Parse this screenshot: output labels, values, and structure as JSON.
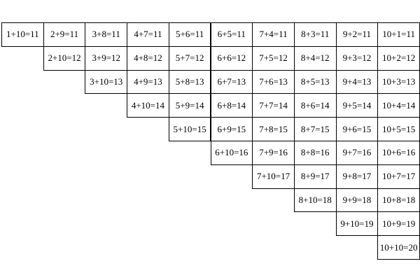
{
  "table": {
    "rows": [
      [
        "1+10=11",
        "2+9=11",
        "3+8=11",
        "4+7=11",
        "5+6=11",
        "6+5=11",
        "7+4=11",
        "8+3=11",
        "9+2=11",
        "10+1=11"
      ],
      [
        "2+10=12",
        "3+9=12",
        "4+8=12",
        "5+7=12",
        "6+6=12",
        "7+5=12",
        "8+4=12",
        "9+3=12",
        "10+2=12"
      ],
      [
        "3+10=13",
        "4+9=13",
        "5+8=13",
        "6+7=13",
        "7+6=13",
        "8+5=13",
        "9+4=13",
        "10+3=13"
      ],
      [
        "4+10=14",
        "5+9=14",
        "6+8=14",
        "7+7=14",
        "8+6=14",
        "9+5=14",
        "10+4=14"
      ],
      [
        "5+10=15",
        "6+9=15",
        "7+8=15",
        "8+7=15",
        "9+6=15",
        "10+5=15"
      ],
      [
        "6+10=16",
        "7+9=16",
        "8+8=16",
        "9+7=16",
        "10+6=16"
      ],
      [
        "7+10=17",
        "8+9=17",
        "9+8=17",
        "10+7=17"
      ],
      [
        "8+10=18",
        "9+9=18",
        "10+8=18"
      ],
      [
        "9+10=19",
        "10+9=19"
      ],
      [
        "10+10=20"
      ]
    ]
  }
}
